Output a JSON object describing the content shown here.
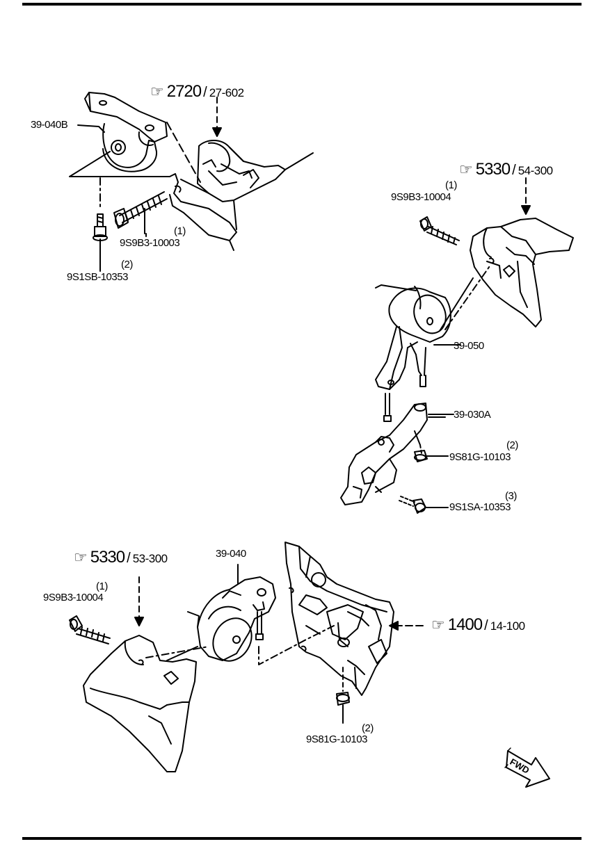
{
  "parts": [
    {
      "id": "p1",
      "number": "39-040B"
    },
    {
      "id": "p2",
      "number": "9S9B3-10003",
      "qty": "(1)"
    },
    {
      "id": "p3",
      "number": "9S1SB-10353",
      "qty": "(2)"
    },
    {
      "id": "p4",
      "number": "9S9B3-10004",
      "qty": "(1)"
    },
    {
      "id": "p5",
      "number": "39-050"
    },
    {
      "id": "p6",
      "number": "39-030A"
    },
    {
      "id": "p7",
      "number": "9S81G-10103",
      "qty": "(2)"
    },
    {
      "id": "p8",
      "number": "9S1SA-10353",
      "qty": "(3)"
    },
    {
      "id": "p9",
      "number": "39-040"
    },
    {
      "id": "p10",
      "number": "9S9B3-10004",
      "qty": "(1)"
    },
    {
      "id": "p11",
      "number": "9S81G-10103",
      "qty": "(2)"
    }
  ],
  "references": [
    {
      "id": "r1",
      "hand": "☞",
      "main": "2720",
      "slash": "/",
      "sub": "27-602"
    },
    {
      "id": "r2",
      "hand": "☞",
      "main": "5330",
      "slash": "/",
      "sub": "54-300"
    },
    {
      "id": "r3",
      "hand": "☞",
      "main": "5330",
      "slash": "/",
      "sub": "53-300"
    },
    {
      "id": "r4",
      "hand": "☞",
      "main": "1400",
      "slash": "/",
      "sub": "14-100"
    }
  ],
  "direction_marker": {
    "text": "FWD"
  }
}
